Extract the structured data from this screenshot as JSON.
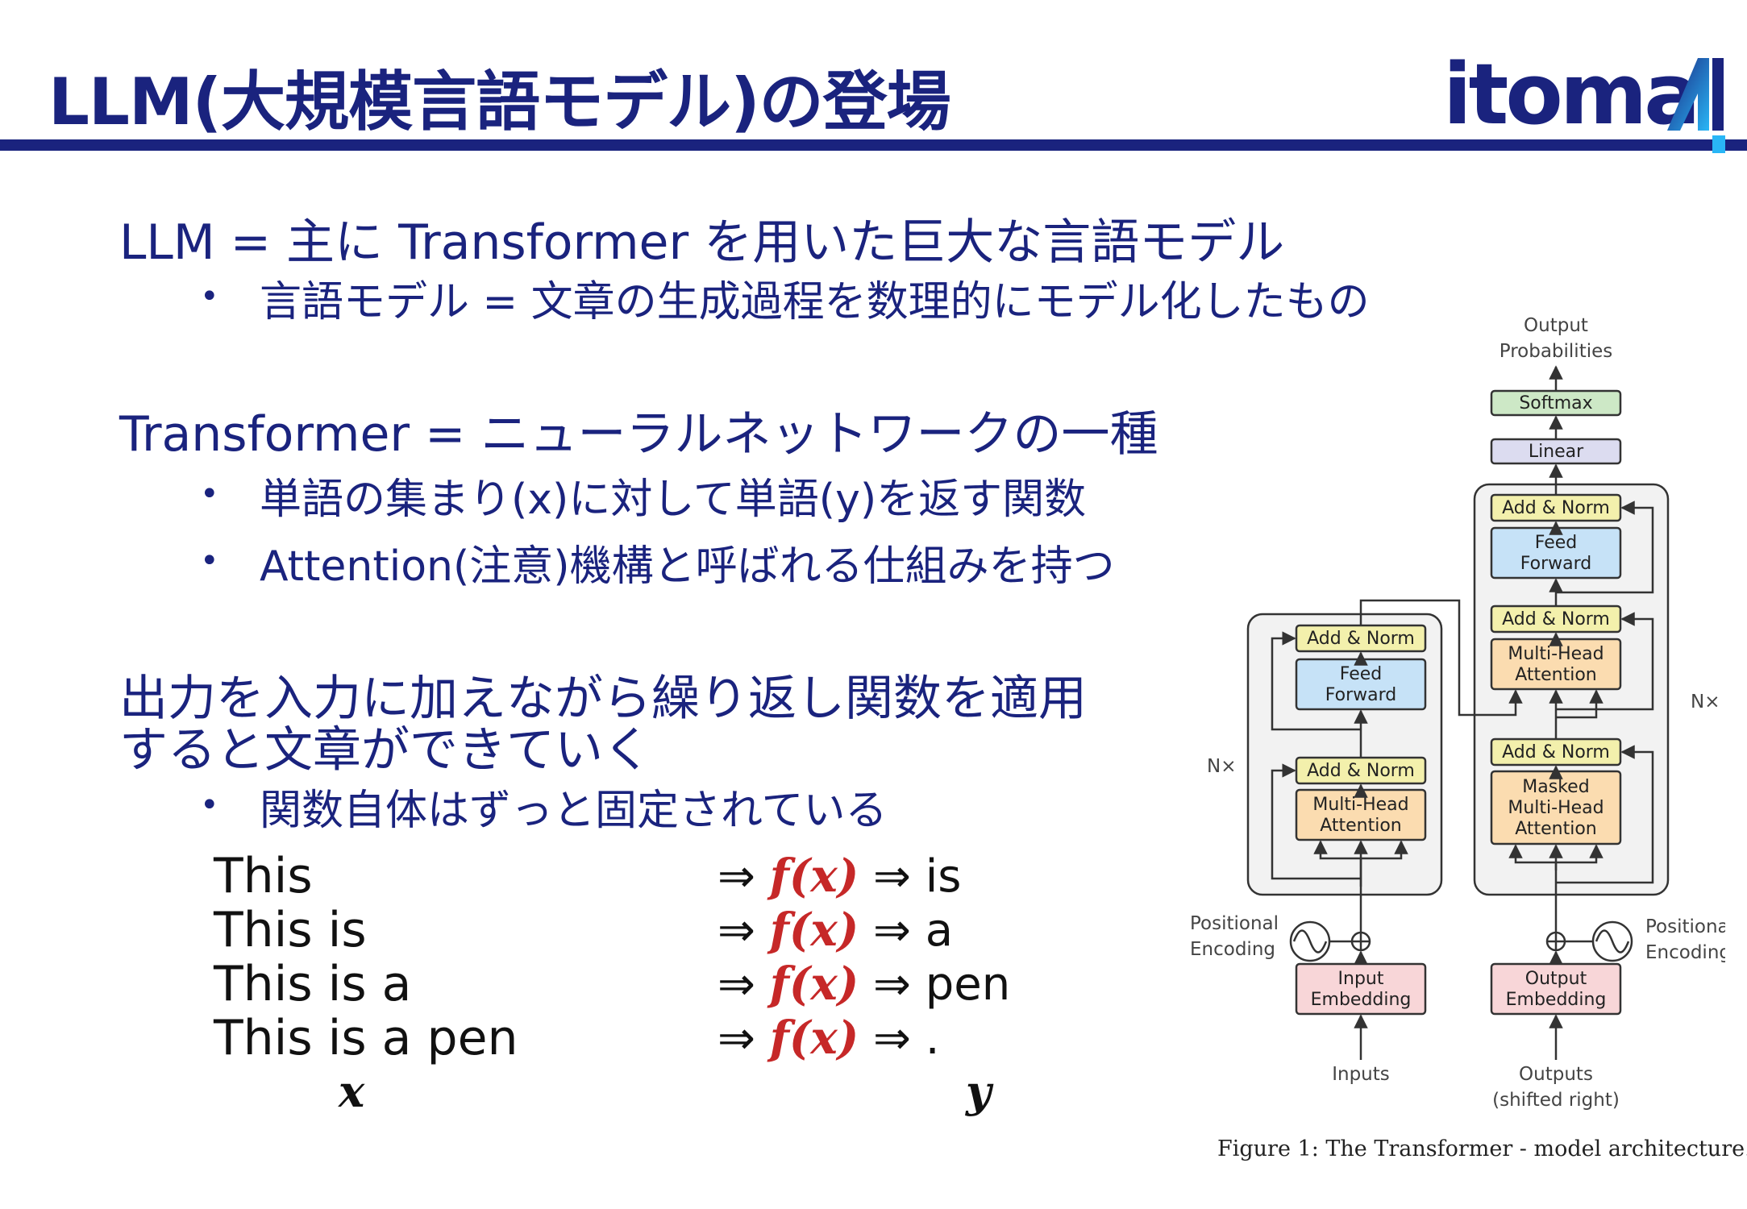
{
  "title": "LLM(大規模言語モデル)の登場",
  "logo": {
    "text": "itoma"
  },
  "sections": [
    {
      "heading": "LLM = 主に Transformer を用いた巨大な言語モデル",
      "bullets": [
        "言語モデル = 文章の生成過程を数理的にモデル化したもの"
      ]
    },
    {
      "heading": "Transformer = ニューラルネットワークの一種",
      "bullets": [
        "単語の集まり(x)に対して単語(y)を返す関数",
        "Attention(注意)機構と呼ばれる仕組みを持つ"
      ]
    },
    {
      "heading_line1": "出力を入力に加えながら繰り返し関数を適用",
      "heading_line2": "すると文章ができていく",
      "bullets": [
        "関数自体はずっと固定されている"
      ]
    }
  ],
  "bullet_symbol": "•",
  "examples": [
    {
      "input": "This",
      "output": "is"
    },
    {
      "input": "This is",
      "output": "a"
    },
    {
      "input": "This is a",
      "output": "pen"
    },
    {
      "input": "This is a pen",
      "output": "."
    }
  ],
  "arrow": "⇒",
  "func": "𝒇(𝒙)",
  "x_label": "𝒙",
  "y_label": "𝒚",
  "diagram": {
    "output_probabilities_1": "Output",
    "output_probabilities_2": "Probabilities",
    "softmax": "Softmax",
    "linear": "Linear",
    "add_norm": "Add & Norm",
    "feed_1": "Feed",
    "feed_2": "Forward",
    "mha_1": "Multi-Head",
    "mha_2": "Attention",
    "masked_1": "Masked",
    "masked_2": "Multi-Head",
    "masked_3": "Attention",
    "nx": "N×",
    "pos_1": "Positional",
    "pos_2": "Encoding",
    "input_emb_1": "Input",
    "input_emb_2": "Embedding",
    "output_emb_1": "Output",
    "output_emb_2": "Embedding",
    "inputs": "Inputs",
    "outputs_1": "Outputs",
    "outputs_2": "(shifted right)"
  },
  "caption": "Figure 1: The Transformer - model architecture.",
  "colors": {
    "navy": "#1a237e",
    "accent_blue": "#1e88e5",
    "func_red": "#c62828",
    "add_norm": "#f3f0ac",
    "feed_forward": "#c6e2f7",
    "attention": "#fbdcb0",
    "embedding": "#f8d6d8",
    "softmax": "#cde8c6",
    "linear": "#dcdcf0"
  }
}
